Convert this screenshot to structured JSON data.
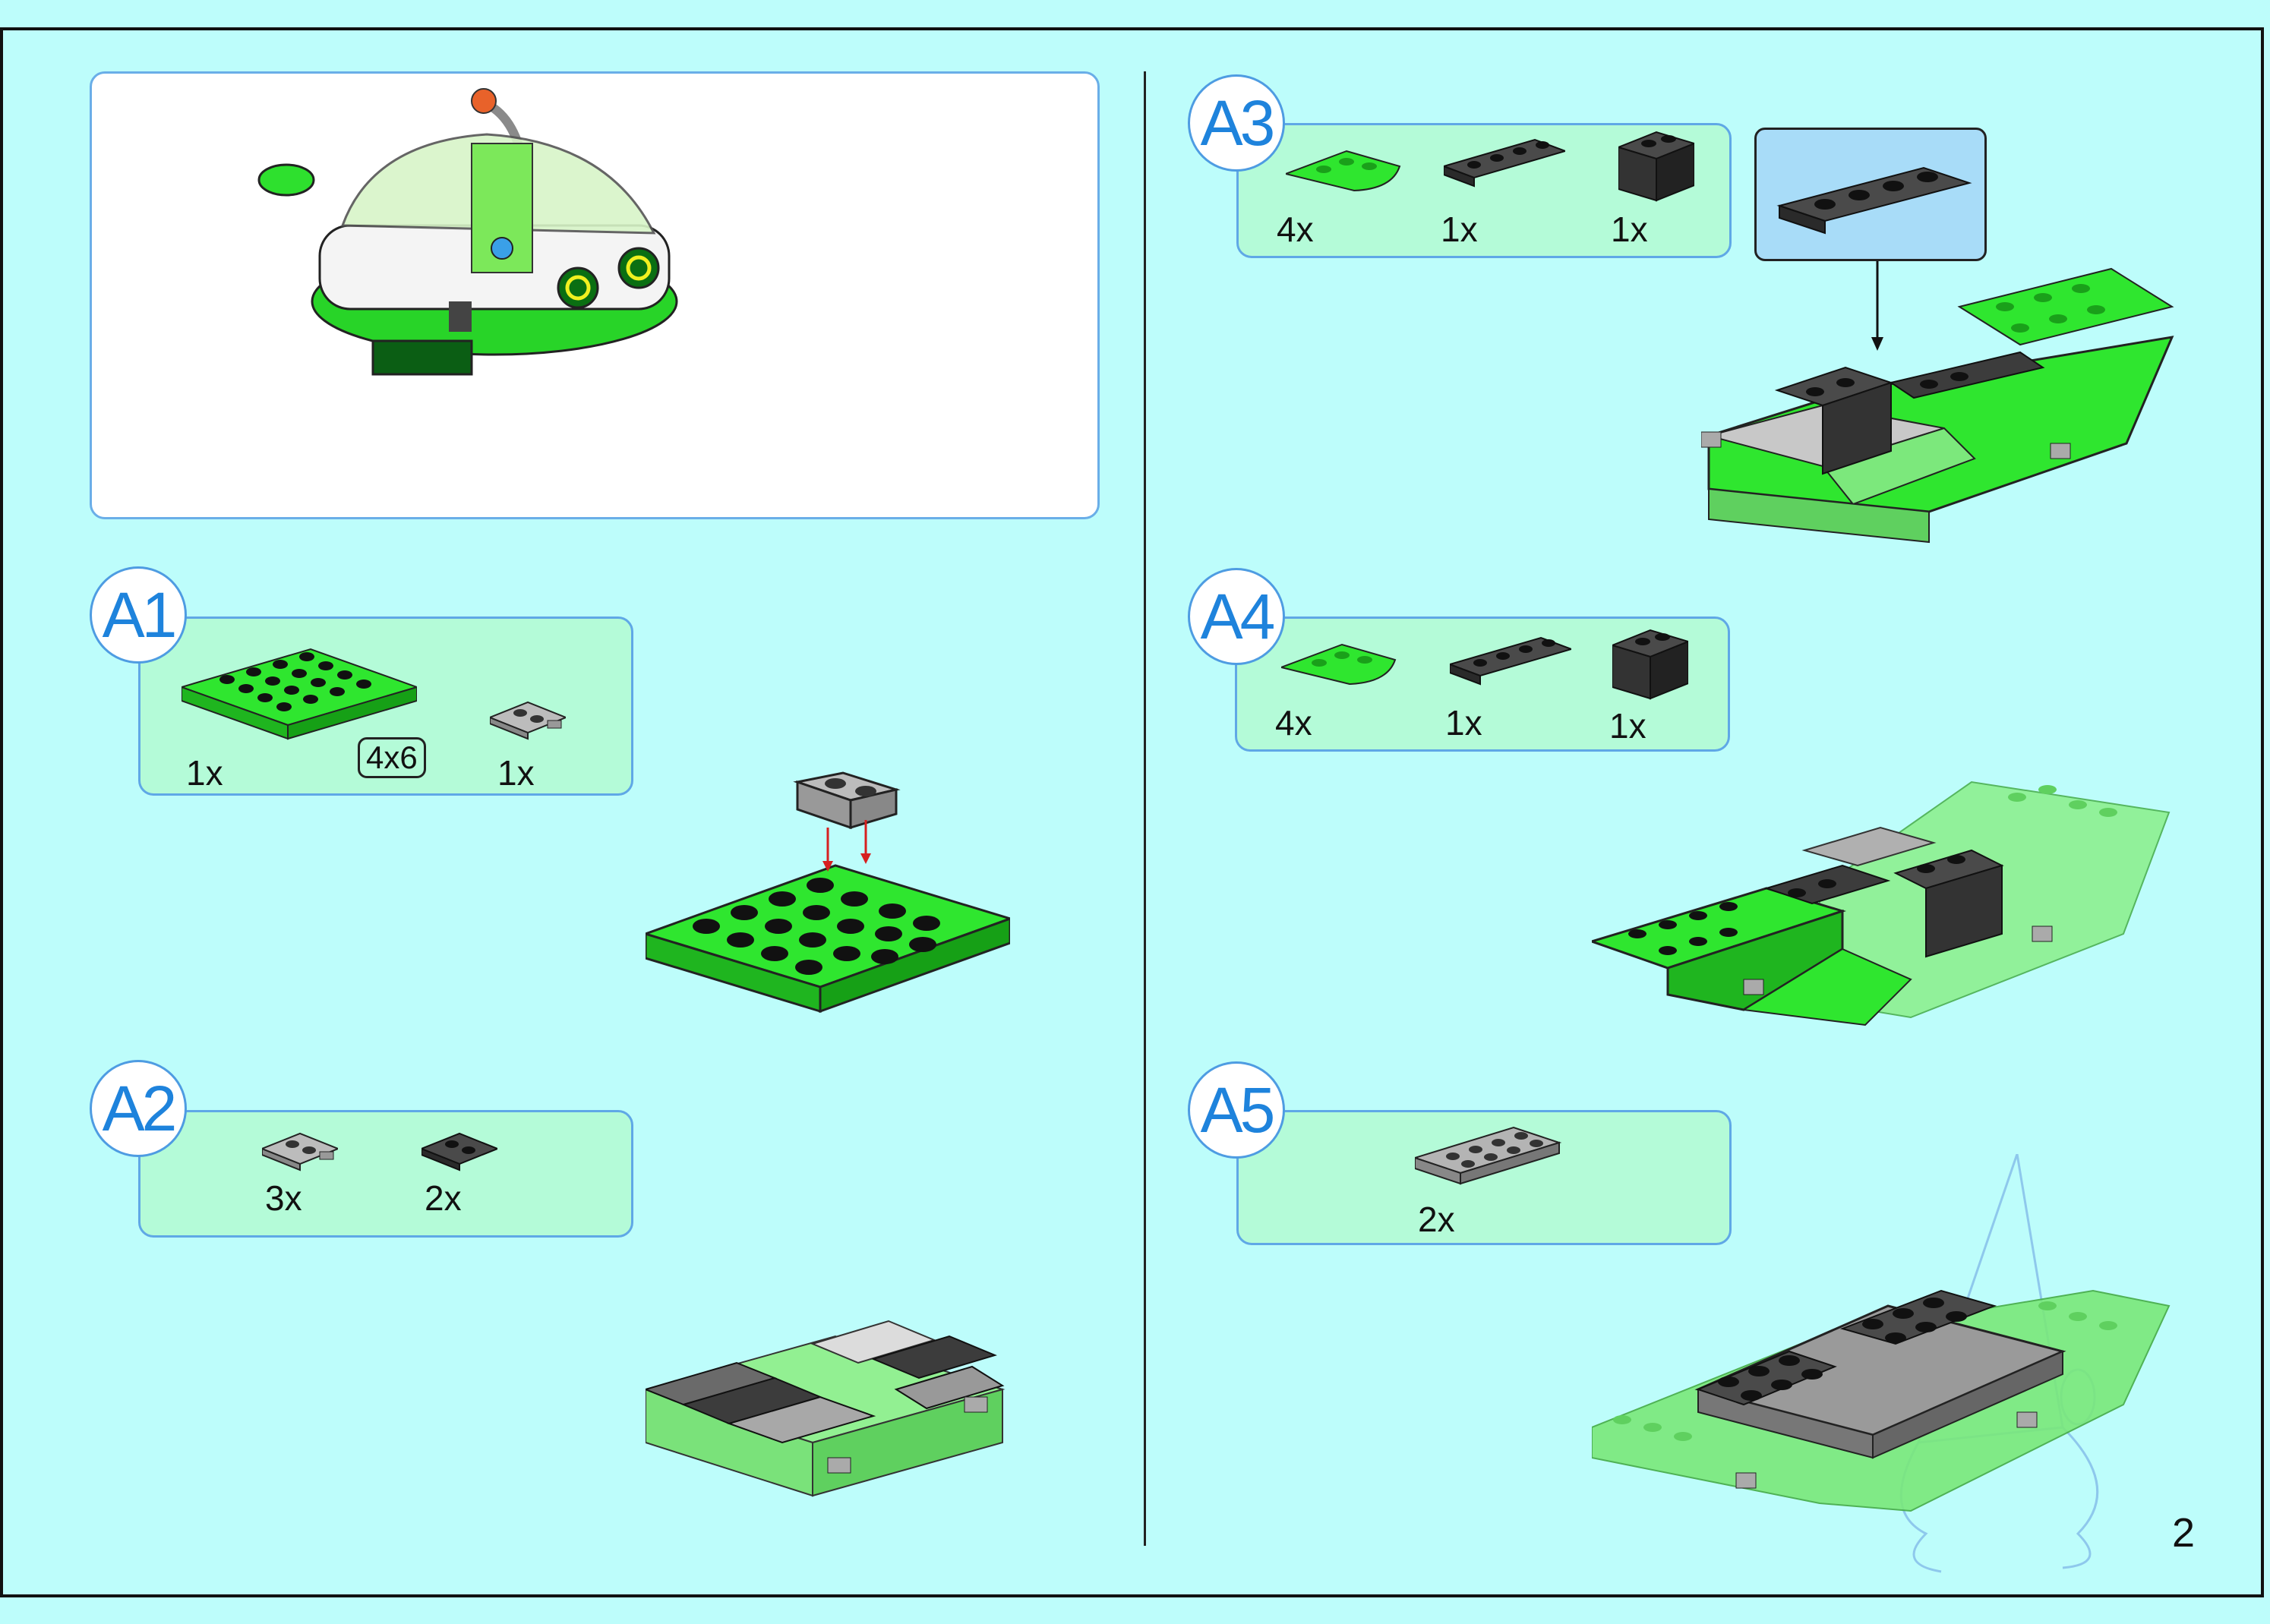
{
  "page": {
    "number": "2"
  },
  "steps": [
    {
      "id": "A1",
      "parts": [
        {
          "icon": "green-plate-4x6",
          "qty": "1x",
          "size_callout": "4x6"
        },
        {
          "icon": "gray-clip-plate-1x2",
          "qty": "1x"
        }
      ]
    },
    {
      "id": "A2",
      "parts": [
        {
          "icon": "light-gray-clip-plate",
          "qty": "3x"
        },
        {
          "icon": "dark-gray-plate-1x2",
          "qty": "2x"
        }
      ]
    },
    {
      "id": "A3",
      "parts": [
        {
          "icon": "green-curved-wedge-plate",
          "qty": "4x"
        },
        {
          "icon": "dark-gray-plate-1x4",
          "qty": "1x"
        },
        {
          "icon": "dark-gray-brick-1x2",
          "qty": "1x"
        }
      ]
    },
    {
      "id": "A4",
      "parts": [
        {
          "icon": "green-curved-wedge-plate",
          "qty": "4x"
        },
        {
          "icon": "dark-gray-plate-1x4",
          "qty": "1x"
        },
        {
          "icon": "dark-gray-brick-1x2",
          "qty": "1x"
        }
      ]
    },
    {
      "id": "A5",
      "parts": [
        {
          "icon": "gray-plate-2x4",
          "qty": "2x"
        }
      ]
    }
  ],
  "colors": {
    "background": "#bdfdfb",
    "parts_panel": "#b4fbd8",
    "badge_text": "#1e83dc",
    "brick_green": "#2fe62f",
    "dark_gray": "#4a4a4a",
    "light_gray": "#b8b8b8"
  }
}
